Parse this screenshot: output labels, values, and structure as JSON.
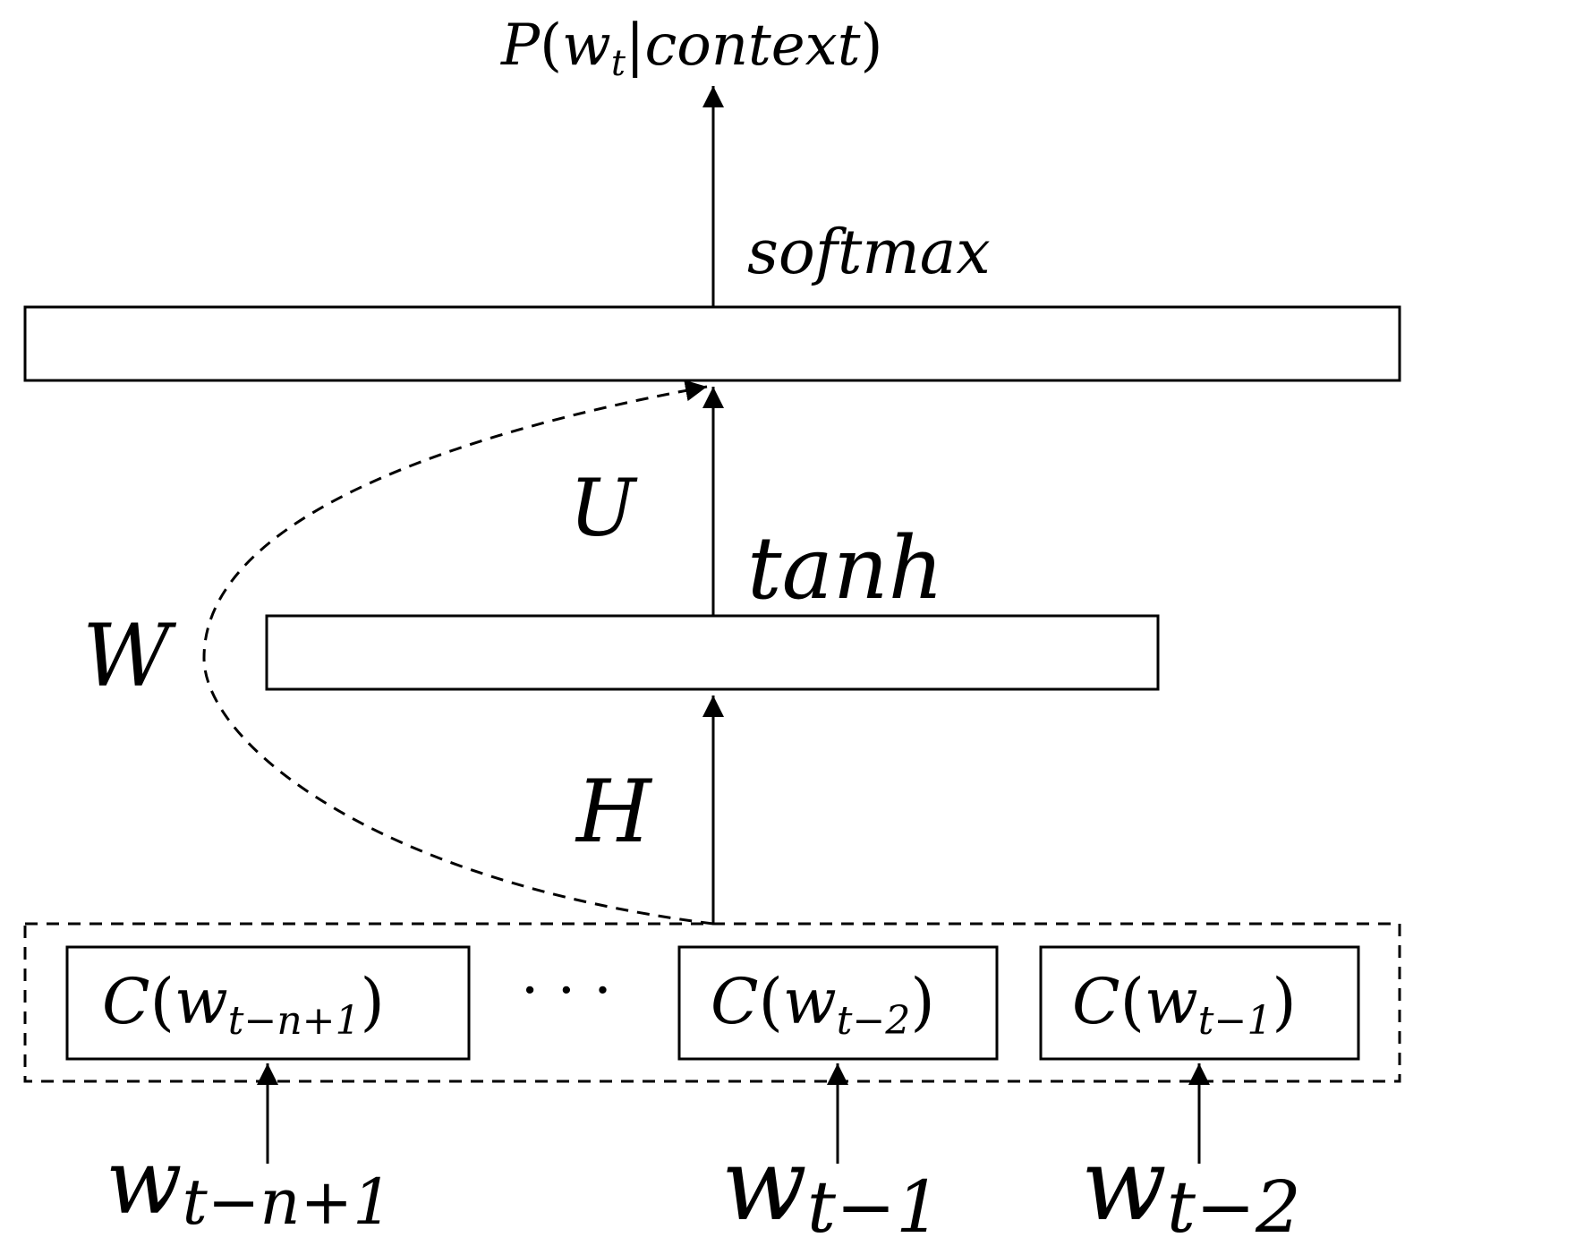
{
  "diagram": {
    "output_label": {
      "p": "P",
      "open": "(",
      "w": "w",
      "w_sub": "t",
      "bar": "|",
      "context": "context",
      "close": ")"
    },
    "softmax_label": "softmax",
    "tanh_label": "tanh",
    "u_label": "U",
    "h_label": "H",
    "w_label": "W",
    "ellipsis": "· · ·",
    "embeddings": [
      {
        "c": "C",
        "open": "(",
        "w": "w",
        "sub": "t−n+1",
        "close": ")"
      },
      {
        "c": "C",
        "open": "(",
        "w": "w",
        "sub": "t−2",
        "close": ")"
      },
      {
        "c": "C",
        "open": "(",
        "w": "w",
        "sub": "t−1",
        "close": ")"
      }
    ],
    "inputs": [
      {
        "w": "w",
        "sub": "t−n+1"
      },
      {
        "w": "w",
        "sub": "t−1"
      },
      {
        "w": "w",
        "sub": "t−2"
      }
    ]
  }
}
